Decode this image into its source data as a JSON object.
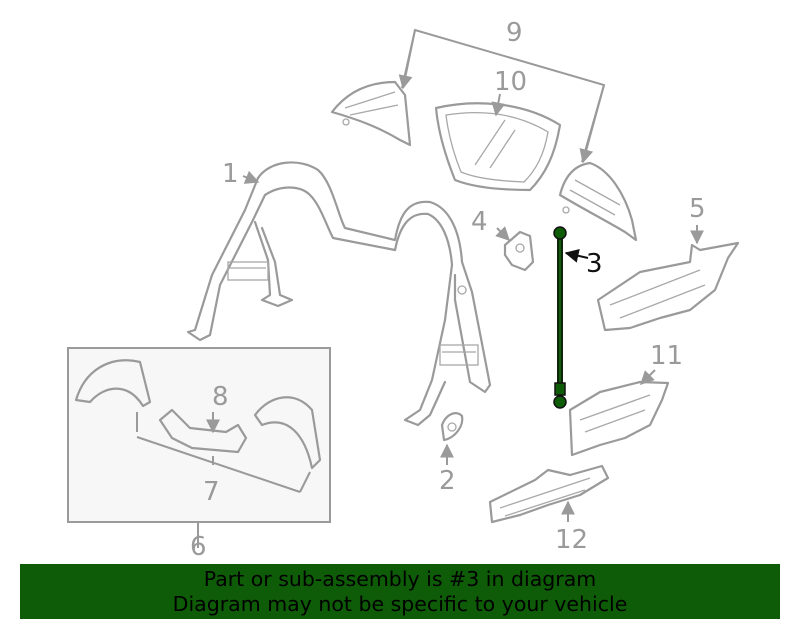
{
  "callouts": {
    "c1": "1",
    "c2": "2",
    "c3": "3",
    "c4": "4",
    "c5": "5",
    "c6": "6",
    "c7": "7",
    "c8": "8",
    "c9": "9",
    "c10": "10",
    "c11": "11",
    "c12": "12"
  },
  "highlight_color": "#0e5c07",
  "banner": {
    "line1": "Part or sub-assembly is #3 in diagram",
    "line2": "Diagram may not be specific to your vehicle"
  }
}
